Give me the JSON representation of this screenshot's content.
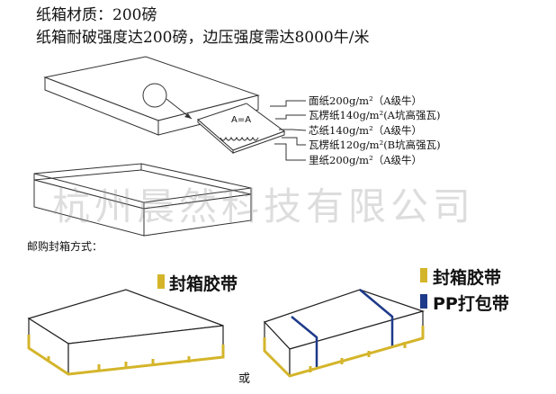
{
  "spec": {
    "material_line": "纸箱材质：200磅",
    "strength_line": "纸箱耐破强度达200磅，边压强度需达8000牛/米"
  },
  "diagram": {
    "section_label": "A=A",
    "layers": [
      "面纸200g/m²（A级牛）",
      "瓦楞纸140g/m²(A坑高强瓦)",
      "芯纸140g/m²（A级牛）",
      "瓦楞纸120g/m²(B坑高强瓦)",
      "里纸200g/m²（A级牛）"
    ]
  },
  "watermark": "杭州晨然科技有限公司",
  "sealing": {
    "title": "邮购封箱方式：",
    "or_label": "或",
    "legend_tape": "封箱胶带",
    "legend_pp": "PP打包带",
    "colors": {
      "tape": "#d4b52a",
      "pp": "#1e3a8a"
    }
  }
}
